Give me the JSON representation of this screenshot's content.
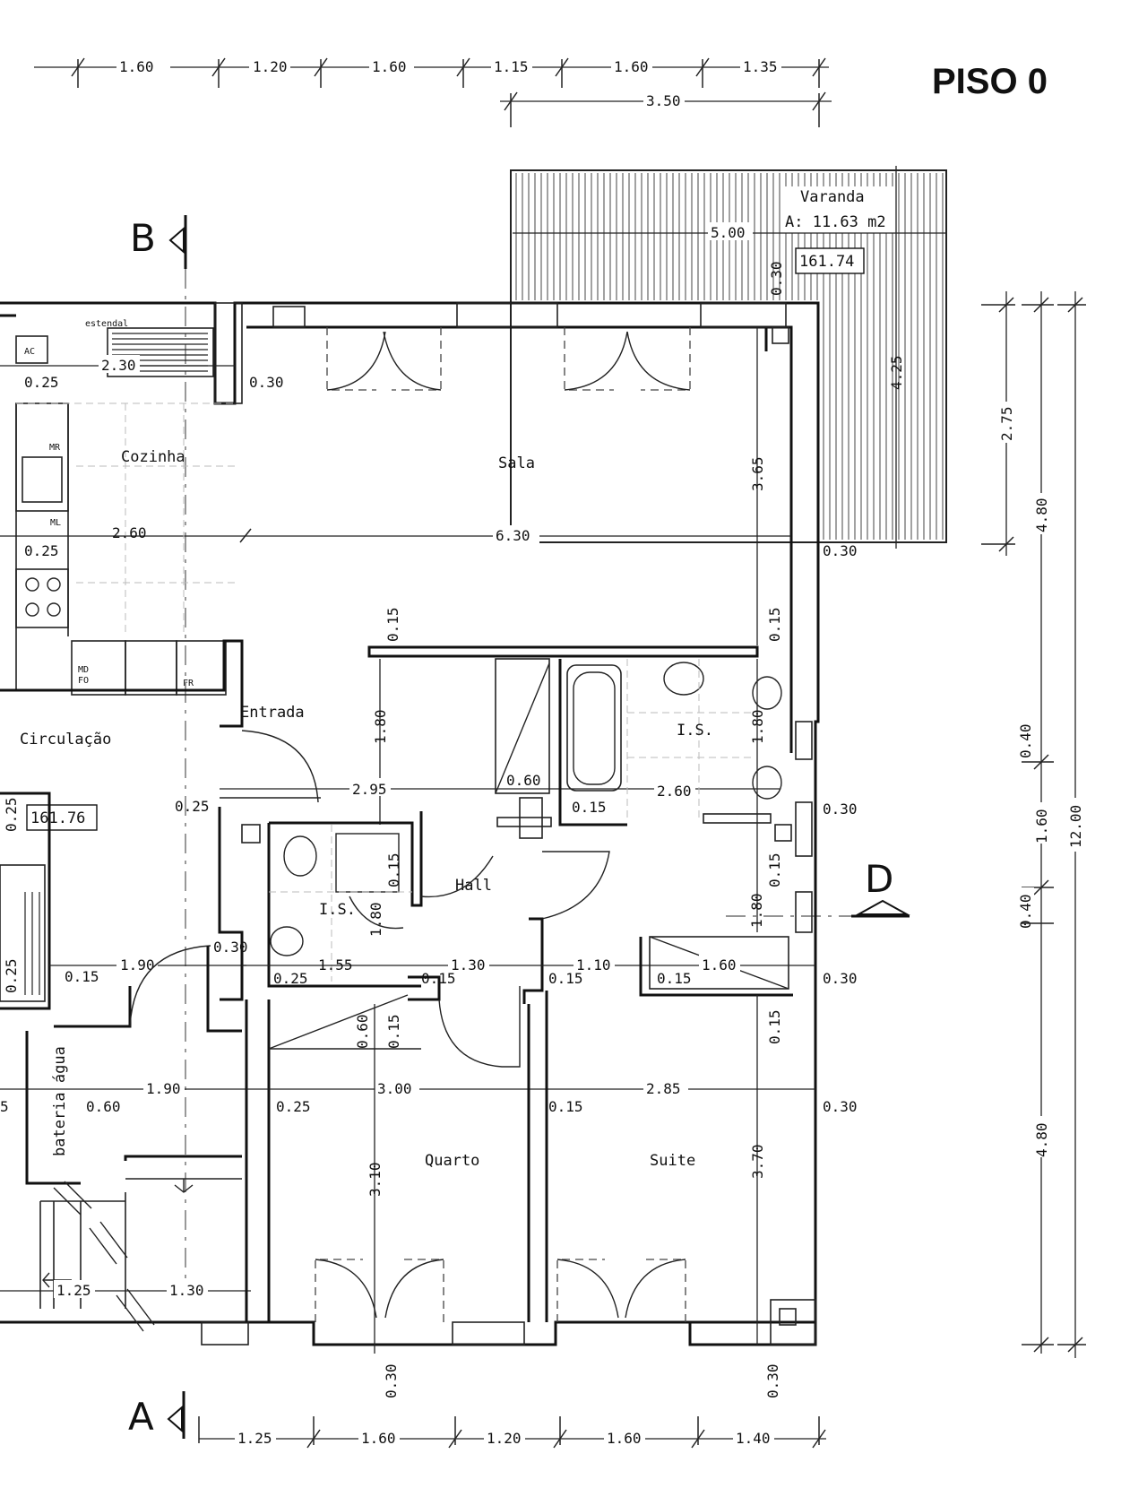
{
  "title": "PISO 0",
  "rooms": {
    "sala": "Sala",
    "cozinha": "Cozinha",
    "entrada": "Entrada",
    "circulacao": "Circulação",
    "hall": "Hall",
    "is_1": "I.S.",
    "is_2": "I.S.",
    "quarto": "Quarto",
    "suite": "Suite",
    "bateria": "bateria água",
    "varanda": "Varanda",
    "varanda_area": "A: 11.63 m2"
  },
  "levels": {
    "varanda": "161.74",
    "circulacao": "161.76"
  },
  "fixtures": {
    "ac": "AC",
    "mr": "MR",
    "ml": "ML",
    "md": "MD",
    "fo": "FO",
    "fr": "FR",
    "estendal": "estendal"
  },
  "sections": {
    "b": "B",
    "a": "A",
    "d": "D"
  },
  "dims_top": [
    "1.60",
    "1.20",
    "1.60",
    "1.15",
    "1.60",
    "1.35"
  ],
  "dim_top_total": "3.50",
  "dims_bottom": [
    "1.25",
    "1.60",
    "1.20",
    "1.60",
    "1.40"
  ],
  "dims_right_outer": [
    "2.75",
    "4.80"
  ],
  "dims_right_stack": [
    "0.40",
    "1.60",
    "0.40",
    "4.80"
  ],
  "dim_right_total": "12.00",
  "dims_interior": {
    "varanda_w": "5.00",
    "varanda_h": "4.25",
    "varanda_wall": "0.30",
    "right_wall_top": "0.30",
    "cozinha_top": "2.30",
    "cozinha_wall": "0.30",
    "cozinha_w": "2.60",
    "sala_w": "6.30",
    "sala_h": "3.65",
    "ac_025": "0.25",
    "ml_025": "0.25",
    "entrada_015": "0.15",
    "is_015": "0.15",
    "entrada_h": "1.80",
    "hall_w": "2.95",
    "hall_060": "0.60",
    "is_015b": "0.15",
    "is_w": "2.60",
    "is_h": "1.80",
    "right_030b": "0.30",
    "circ_025": "0.25",
    "circ_025b": "0.25",
    "is2_015": "0.15",
    "is2_h": "1.80",
    "hall_015": "0.15",
    "is3_180": "1.80",
    "dim_190": "1.90",
    "dim_030": "0.30",
    "dim_155": "1.55",
    "dim_130": "1.30",
    "dim_110": "1.10",
    "dim_160": "1.60",
    "dim_015a": "0.15",
    "dim_025a": "0.25",
    "dim_015b": "0.15",
    "dim_015c": "0.15",
    "dim_015d": "0.15",
    "right_030c": "0.30",
    "dim_025v": "0.25",
    "dim_060v": "0.60",
    "dim_015v": "0.15",
    "dim_015v2": "0.15",
    "dim_190b": "1.90",
    "dim_060b": "0.60",
    "dim_025b": "0.25",
    "dim_300": "3.00",
    "dim_015e": "0.15",
    "dim_285": "2.85",
    "right_030d": "0.30",
    "dim_5": "5",
    "quarto_h": "3.10",
    "suite_h": "3.70",
    "dim_125": "1.25",
    "dim_130b": "1.30",
    "bottom_030a": "0.30",
    "bottom_030b": "0.30"
  }
}
